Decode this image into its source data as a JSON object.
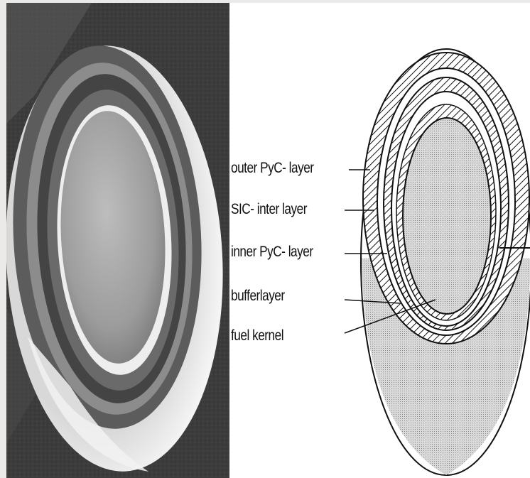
{
  "labels": {
    "outer_pyc": "outer PyC- layer",
    "sic": "SIC- inter layer",
    "inner_pyc": "inner PyC- layer",
    "buffer": "bufferlayer",
    "kernel": "fuel kernel"
  },
  "colors": {
    "background": "#eceae8",
    "panel": "#ffffff",
    "ink": "#111111",
    "kernel_fill": "#cfcfcf"
  }
}
